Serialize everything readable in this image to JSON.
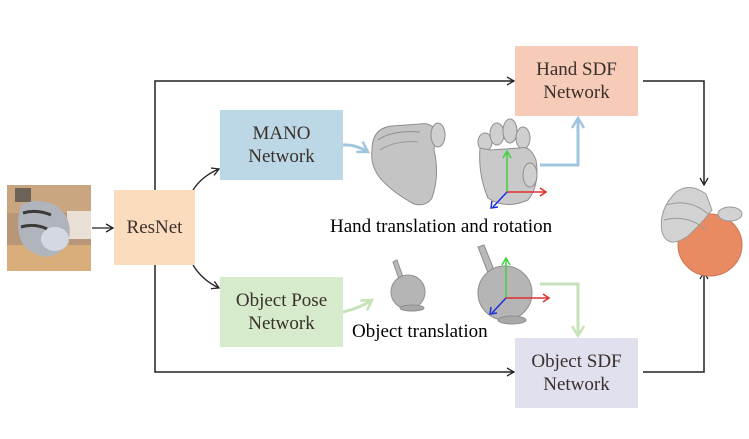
{
  "diagram": {
    "nodes": {
      "input_image": {
        "label": "",
        "description": "input RGB image of hand grasping object"
      },
      "resnet": {
        "label": "ResNet",
        "color": "#fbdcbf"
      },
      "mano": {
        "line1": "MANO",
        "line2": "Network",
        "color": "#bcd8e6"
      },
      "object_pose": {
        "line1": "Object Pose",
        "line2": "Network",
        "color": "#d5ebcc"
      },
      "hand_sdf": {
        "line1": "Hand SDF",
        "line2": "Network",
        "color": "#f6ccb9"
      },
      "object_sdf": {
        "line1": "Object SDF",
        "line2": "Network",
        "color": "#e1e0ee"
      },
      "output": {
        "label": "",
        "description": "reconstructed hand grasping object"
      }
    },
    "captions": {
      "hand": "Hand translation and rotation",
      "object": "Object translation"
    },
    "colors": {
      "line": "#222222",
      "hand_flow": "#9fc6dd",
      "object_flow": "#c7e2b8",
      "axis_x": "#e03030",
      "axis_y": "#40d040",
      "axis_z": "#2030e0",
      "mesh": "#b9b9b9",
      "object_output": "#e88a62"
    }
  }
}
